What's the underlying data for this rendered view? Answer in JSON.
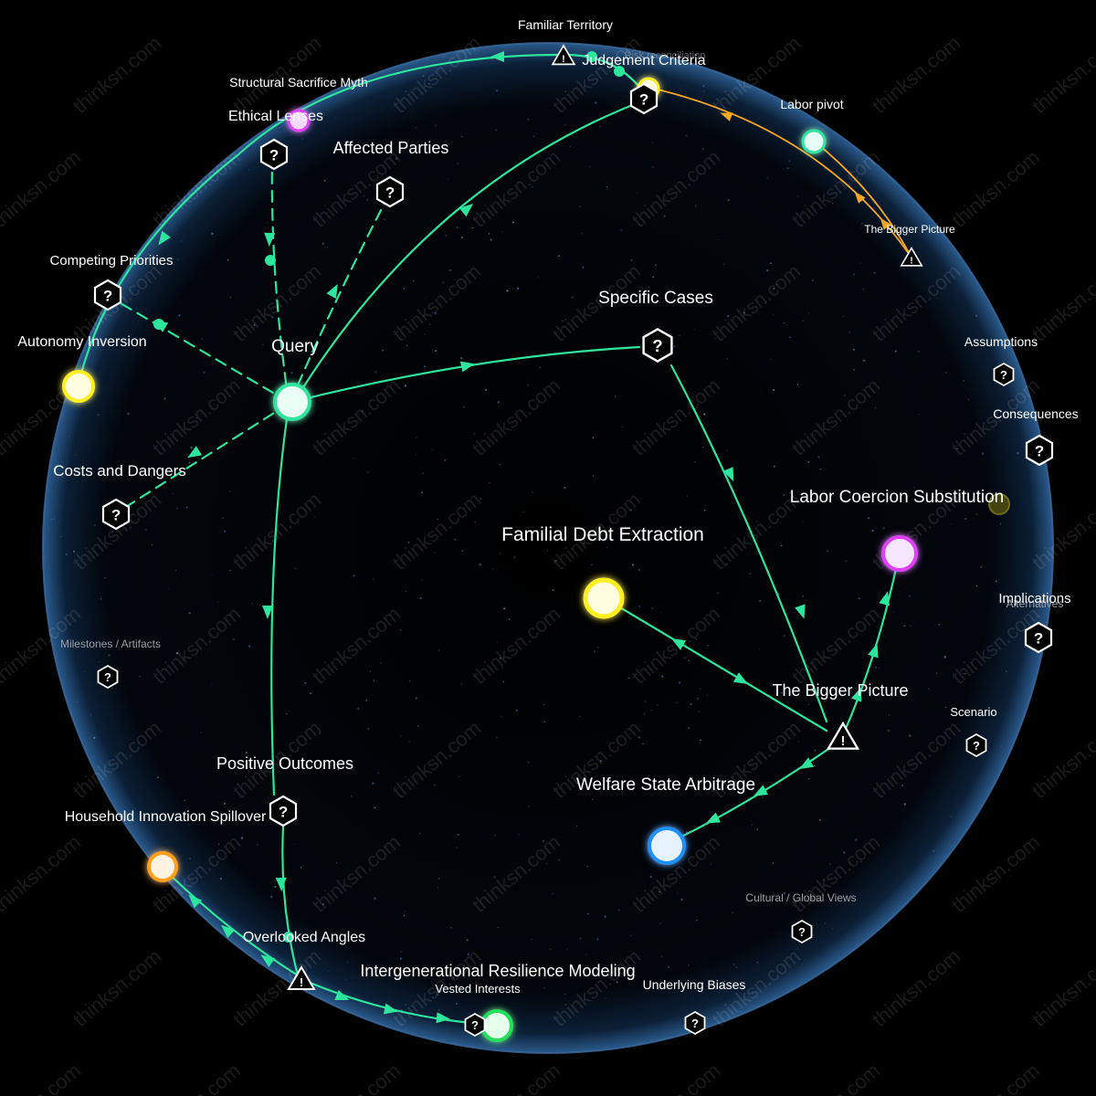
{
  "watermark": "thinksn.com",
  "colors": {
    "background": "#000000",
    "sphere_edge": "#3b6a9e",
    "edge_primary": "#2ee59d",
    "edge_secondary": "#f5a623",
    "node_query": "#2ee59d",
    "node_yellow": "#ffee22",
    "node_magenta": "#e040fb",
    "node_blue": "#1e90ff",
    "node_orange": "#ff9f1a",
    "node_green": "#22e05a",
    "label": "#ffffff",
    "label_dim": "#9aa0a8"
  },
  "nodes": {
    "query": {
      "label": "Query",
      "kind": "circle",
      "color": "#2ee59d"
    },
    "familial_debt": {
      "label": "Familial Debt Extraction",
      "kind": "circle",
      "color": "#ffee22"
    },
    "labor_coercion": {
      "label": "Labor Coercion Substitution",
      "kind": "circle",
      "color": "#e040fb"
    },
    "welfare_state": {
      "label": "Welfare State Arbitrage",
      "kind": "circle",
      "color": "#1e90ff"
    },
    "autonomy_inversion": {
      "label": "Autonomy Inversion",
      "kind": "circle",
      "color": "#ffee22"
    },
    "household_innovation": {
      "label": "Household Innovation Spillover",
      "kind": "circle",
      "color": "#ff9f1a"
    },
    "intergenerational": {
      "label": "Intergenerational Resilience Modeling",
      "kind": "circle",
      "color": "#22e05a"
    },
    "labor_pivot": {
      "label": "Labor pivot",
      "kind": "circle",
      "color": "#2ee59d"
    },
    "structural_sacrifice": {
      "label": "Structural Sacrifice Myth",
      "kind": "circle",
      "color": "#e040fb"
    },
    "judgement_criteria": {
      "label": "Judgement Criteria",
      "kind": "question",
      "color": "#ffee22"
    },
    "specific_cases": {
      "label": "Specific Cases",
      "kind": "question"
    },
    "ethical_lenses": {
      "label": "Ethical Lenses",
      "kind": "question"
    },
    "affected_parties": {
      "label": "Affected Parties",
      "kind": "question"
    },
    "competing_priorities": {
      "label": "Competing Priorities",
      "kind": "question"
    },
    "costs_dangers": {
      "label": "Costs and Dangers",
      "kind": "question"
    },
    "positive_outcomes": {
      "label": "Positive Outcomes",
      "kind": "question"
    },
    "bigger_picture_main": {
      "label": "The Bigger Picture",
      "kind": "warning"
    },
    "bigger_picture_top": {
      "label": "The Bigger Picture",
      "kind": "warning"
    },
    "familiar_territory": {
      "label": "Familiar Territory",
      "kind": "warning"
    },
    "overlooked_angles": {
      "label": "Overlooked Angles",
      "kind": "warning"
    },
    "assumptions": {
      "label": "Assumptions",
      "kind": "question"
    },
    "consequences": {
      "label": "Consequences",
      "kind": "question"
    },
    "implications": {
      "label": "Implications",
      "kind": "question"
    },
    "scenario": {
      "label": "Scenario",
      "kind": "question"
    },
    "milestones": {
      "label": "Milestones / Artifacts",
      "kind": "question"
    },
    "cultural_global": {
      "label": "Cultural / Global Views",
      "kind": "question"
    },
    "underlying_biases": {
      "label": "Underlying Biases",
      "kind": "question"
    },
    "vested_interests": {
      "label": "Vested Interests",
      "kind": "question"
    }
  },
  "ghost_labels": {
    "risk_reconciliation": "Risk reconciliation",
    "alternatives": "Alternatives"
  }
}
